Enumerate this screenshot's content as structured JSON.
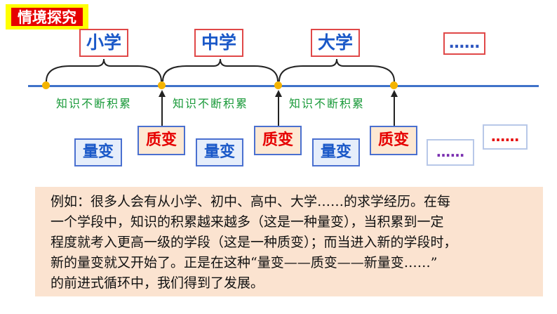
{
  "header": {
    "tag": "情境探究"
  },
  "stages": [
    "小学",
    "中学",
    "大学",
    "……"
  ],
  "timeline": {
    "segment_label": "知识不断积累",
    "segment_count": 3
  },
  "lower": {
    "quantitative_label": "量变",
    "qualitative_label": "质变",
    "dots_purple": "……",
    "dots_red": "……"
  },
  "colors": {
    "tag_bg": "#e60000",
    "tag_border": "#ffff00",
    "stage_text": "#1a58c8",
    "stage_border": "#e04848",
    "timeline": "#3f72c9",
    "point": "#f4b400",
    "knowledge_text": "#1a9a3a",
    "qual_text": "#e60000",
    "qual_bg": "#fde8d2",
    "quant_bg": "#e6eefb",
    "textbox_bg": "#fbe3d0"
  },
  "example_text": {
    "lines": [
      "例如：很多人会有从小学、初中、高中、大学……的求学经历。在每",
      "一个学段中，知识的积累越来越多（这是一种量变），当积累到一定",
      "程度就考入更高一级的学段（这是一种质变）；而当进入新的学段时，",
      "新的量变就又开始了。正是在这种“量变——质变——新量变……”",
      "的前进式循环中，我们得到了发展。"
    ]
  }
}
